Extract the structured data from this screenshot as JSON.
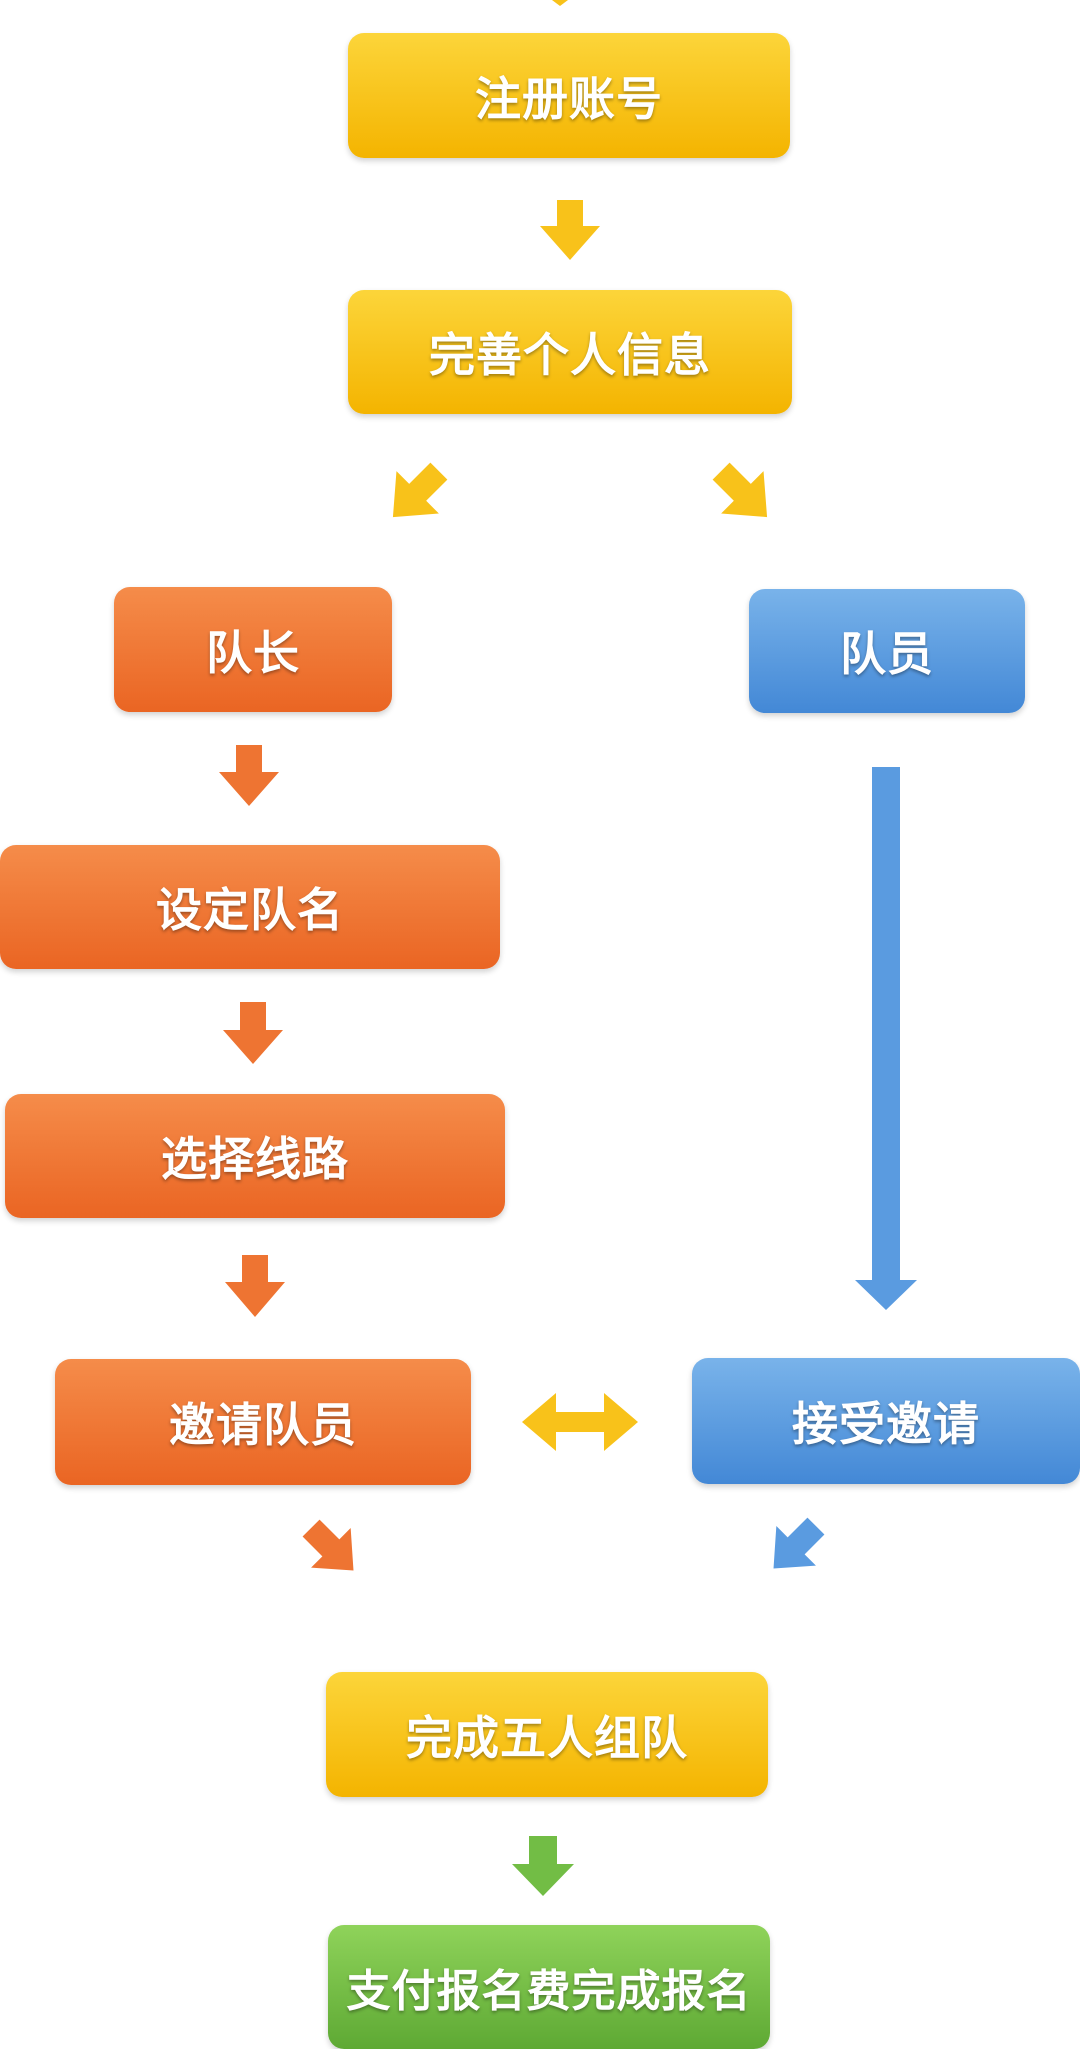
{
  "steps": {
    "register": "注册账号",
    "profile": "完善个人信息",
    "captain": "队长",
    "member": "队员",
    "set_team_name": "设定队名",
    "choose_route": "选择线路",
    "invite_members": "邀请队员",
    "accept_invite": "接受邀请",
    "form_team": "完成五人组队",
    "pay_fee": "支付报名费完成报名"
  },
  "colors": {
    "yellow": "#f8c21a",
    "orange": "#ee7432",
    "blue": "#5a9be0",
    "green": "#72bd45"
  }
}
